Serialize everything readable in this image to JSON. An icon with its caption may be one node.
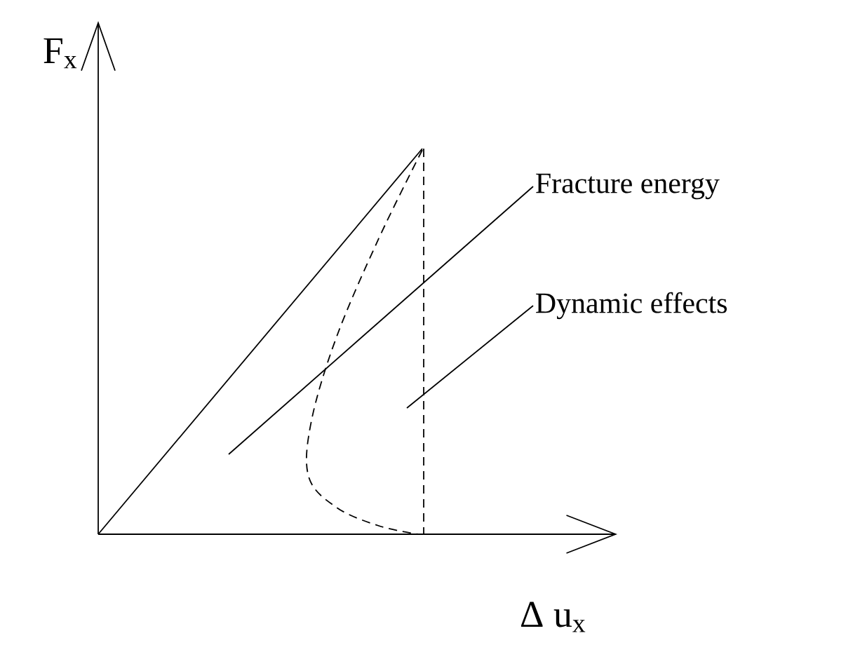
{
  "diagram": {
    "nodes": [
      {
        "text": [
          "Fracture energy"
        ]
      },
      {
        "text": [
          "Dynamic effects"
        ]
      }
    ],
    "edges": [
      {
        "from": 0,
        "to": null,
        "arrow": "none"
      },
      {
        "from": 1,
        "to": null,
        "arrow": "none"
      }
    ],
    "labels": [
      "F$_{x}$",
      "Δ u$_{x}$"
    ]
  }
}
